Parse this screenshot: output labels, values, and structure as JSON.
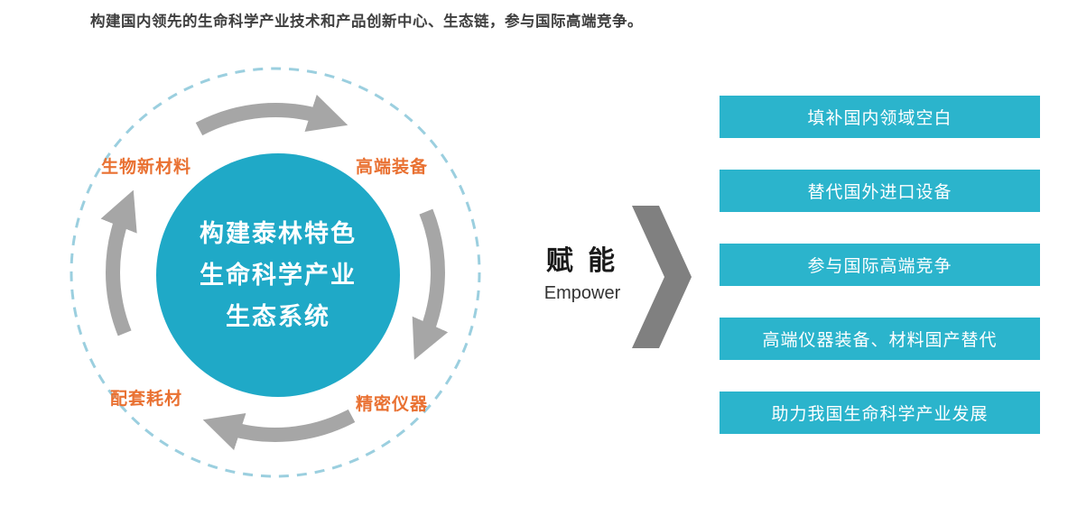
{
  "title": "构建国内领先的生命科学产业技术和产品创新中心、生态链，参与国际高端竞争。",
  "cycle": {
    "center_lines": [
      "构建泰林特色",
      "生命科学产业",
      "生态系统"
    ],
    "labels": {
      "top_left": "生物新材料",
      "top_right": "高端装备",
      "bottom_left": "配套耗材",
      "bottom_right": "精密仪器"
    }
  },
  "empower": {
    "zh": "赋 能",
    "en": "Empower"
  },
  "outcomes": [
    "填补国内领域空白",
    "替代国外进口设备",
    "参与国际高端竞争",
    "高端仪器装备、材料国产替代",
    "助力我国生命科学产业发展"
  ],
  "colors": {
    "center_circle_teal": "#1FA9C7",
    "outcome_box_teal": "#2BB4CC",
    "label_orange": "#E97132",
    "cycle_arrow_gray": "#A6A6A6",
    "chevron_gray": "#808080",
    "dashed_ring_blue": "#9BCFDF",
    "title_text": "#3F3F3F"
  }
}
